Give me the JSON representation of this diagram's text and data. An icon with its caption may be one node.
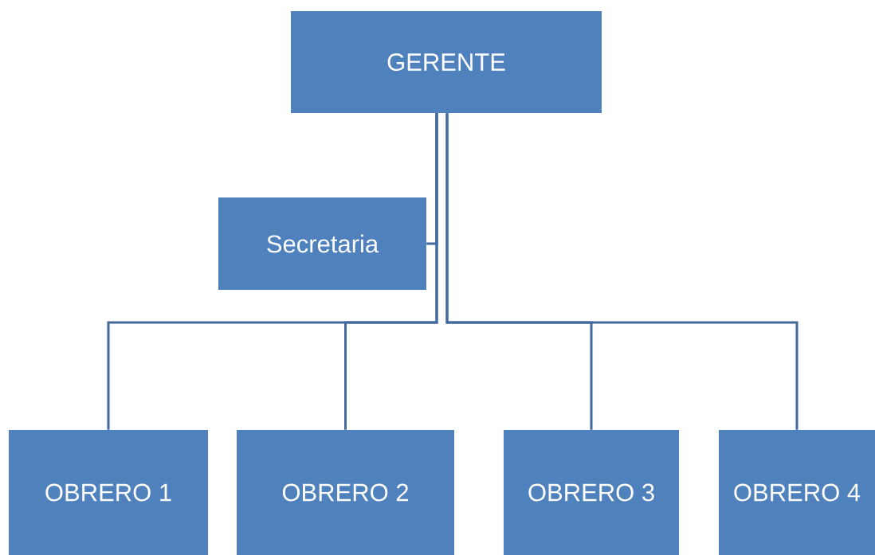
{
  "diagram": {
    "nodes": [
      {
        "text": [
          "GERENTE"
        ]
      },
      {
        "text": [
          "Secretaria"
        ]
      },
      {
        "text": [
          "OBRERO 1"
        ]
      },
      {
        "text": [
          "OBRERO 2"
        ]
      },
      {
        "text": [
          "OBRERO 3"
        ]
      },
      {
        "text": [
          "OBRERO 4"
        ]
      }
    ],
    "edges": [
      {
        "from": 0,
        "to": 1,
        "arrow": "none"
      },
      {
        "from": 0,
        "to": 2,
        "arrow": "none"
      },
      {
        "from": 0,
        "to": 3,
        "arrow": "none"
      },
      {
        "from": 0,
        "to": 4,
        "arrow": "none"
      },
      {
        "from": 0,
        "to": 5,
        "arrow": "none"
      }
    ]
  }
}
